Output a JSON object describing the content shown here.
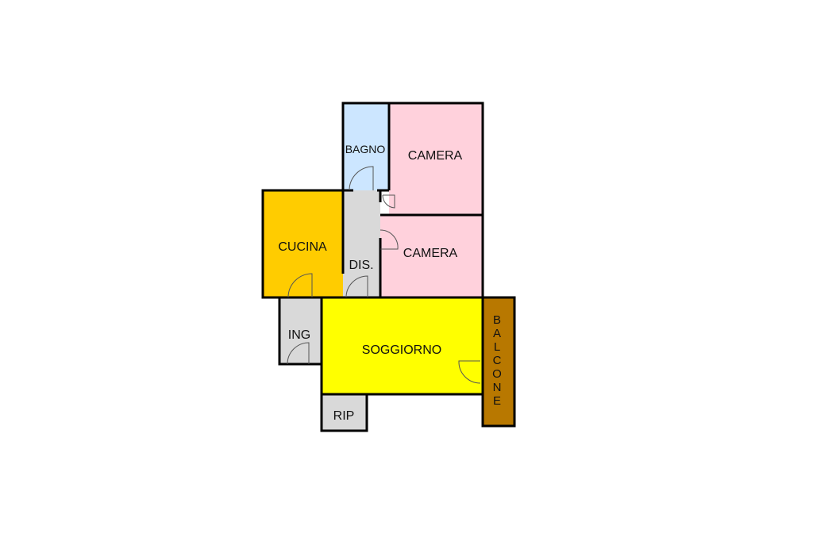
{
  "colors": {
    "bagno": "#cce6ff",
    "camera": "#ffd1dc",
    "cucina": "#ffcc00",
    "dis": "#d9d9d9",
    "ing": "#d9d9d9",
    "soggiorno": "#ffff00",
    "rip": "#d9d9d9",
    "balcone": "#b87800",
    "wall": "#000000"
  },
  "rooms": {
    "bagno": "BAGNO",
    "camera_top": "CAMERA",
    "camera_mid": "CAMERA",
    "cucina": "CUCINA",
    "dis": "DIS.",
    "ing": "ING",
    "soggiorno": "SOGGIORNO",
    "rip": "RIP",
    "balcone_letters": [
      "B",
      "A",
      "L",
      "C",
      "O",
      "N",
      "E"
    ]
  }
}
